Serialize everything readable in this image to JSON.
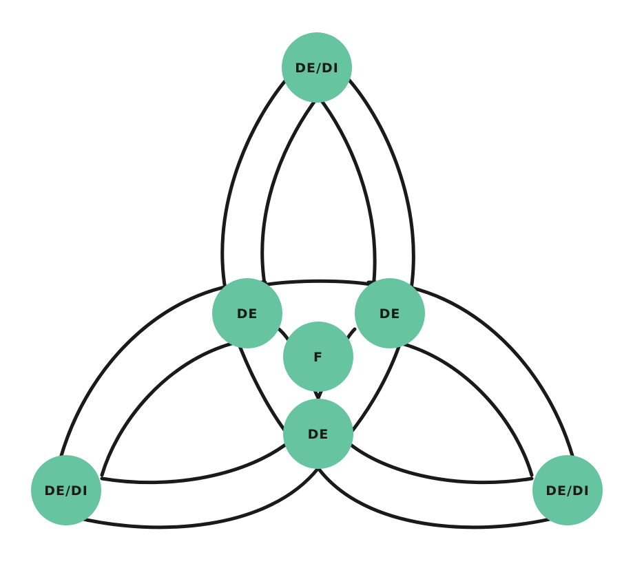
{
  "diagram": {
    "colors": {
      "node_fill": "#66c4a0",
      "edge_stroke": "#1a1a1a",
      "label_text": "#1a1a1a",
      "background": "#ffffff"
    },
    "nodes": {
      "top": {
        "label": "DE/DI"
      },
      "left_mid": {
        "label": "DE"
      },
      "right_mid": {
        "label": "DE"
      },
      "center": {
        "label": "F"
      },
      "bottom_mid": {
        "label": "DE"
      },
      "bottom_left": {
        "label": "DE/DI"
      },
      "bottom_right": {
        "label": "DE/DI"
      }
    }
  }
}
